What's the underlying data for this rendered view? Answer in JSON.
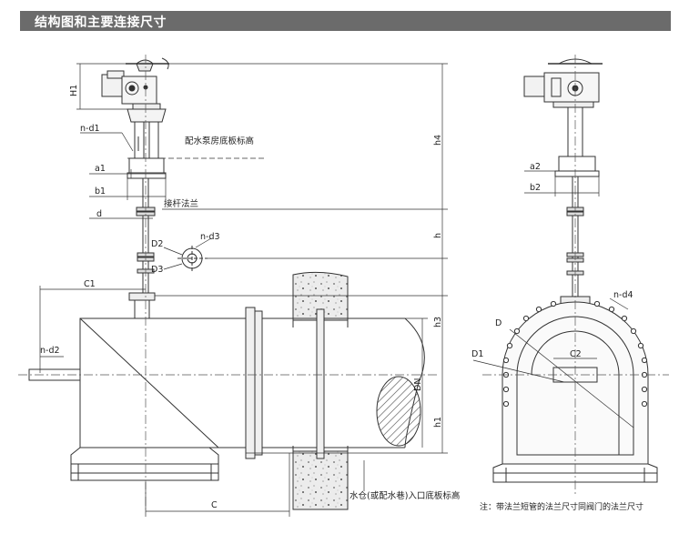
{
  "header": {
    "title": "结构图和主要连接尺寸"
  },
  "labels": {
    "H1": "H1",
    "nd1": "n-d1",
    "a1": "a1",
    "b1": "b1",
    "d": "d",
    "floor_label": "配水泵房底板标高",
    "rod_flange": "接杆法兰",
    "D2": "D2",
    "D3": "D3",
    "nd3": "n-d3",
    "C1": "C1",
    "nd2": "n-d2",
    "C": "C",
    "h4": "h4",
    "h": "h",
    "h3": "h3",
    "DN": "DN",
    "h1": "h1",
    "inlet_label": "水仓(或配水巷)入口底板标高",
    "a2": "a2",
    "b2": "b2",
    "nd4": "n-d4",
    "D": "D",
    "D1": "D1",
    "C2": "C2"
  },
  "note": "注：带法兰短管的法兰尺寸同阀门的法兰尺寸"
}
